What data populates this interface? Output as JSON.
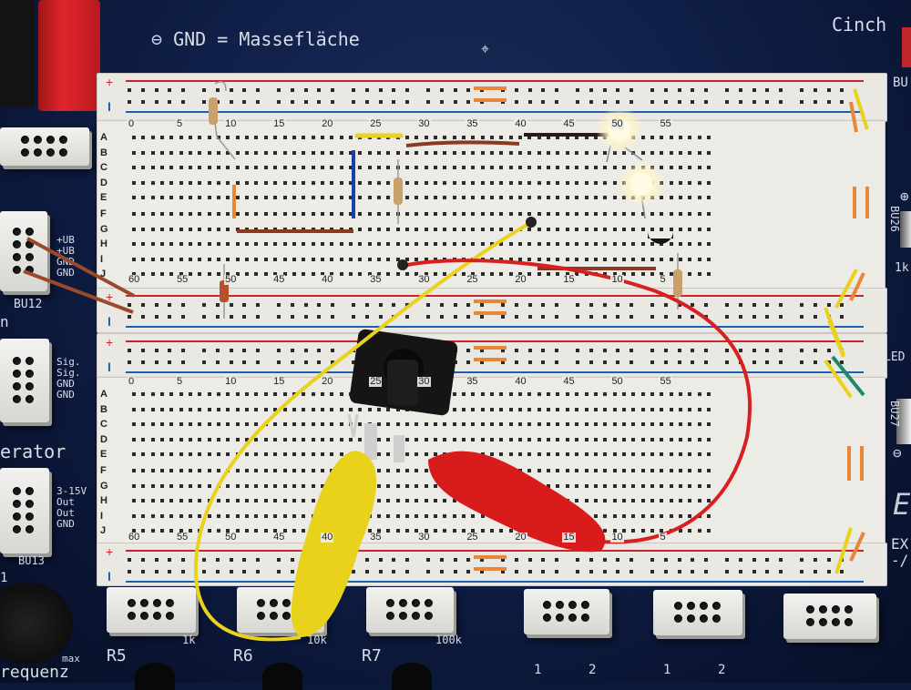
{
  "silkscreen": {
    "gnd_note": "⊖ GND = Massefläche",
    "cinch": "Cinch",
    "bu_top_right": "BU",
    "bu12_pins": [
      "+UB",
      "+UB",
      "GND",
      "GND"
    ],
    "bu12_label": "BU12",
    "sig_pins": [
      "Sig.",
      "Sig.",
      "GND",
      "GND"
    ],
    "sig_fragment": "n",
    "generator_title_fragment": "erator",
    "generator_pins": [
      "3-15V",
      "Out",
      "Out",
      "GND"
    ],
    "bu13_label": "BU13",
    "freq_max": "max",
    "freq_label_fragment": "requenz",
    "freq_mark": "1",
    "pot_modules": [
      {
        "name": "R5",
        "value": "1k"
      },
      {
        "name": "R6",
        "value": "10k"
      },
      {
        "name": "R7",
        "value": "100k"
      }
    ],
    "switch_labels": [
      "1",
      "2",
      "1",
      "2"
    ],
    "right_side": {
      "bu26": "BU26",
      "pot_value": "1k",
      "led": "LED",
      "bu27": "BU27",
      "ex": "EX",
      "ex_sub": "-/",
      "brand_fragment": "E"
    }
  },
  "breadboard": {
    "rows_top": [
      "A",
      "B",
      "C",
      "D",
      "E"
    ],
    "rows_bottom": [
      "F",
      "G",
      "H",
      "I",
      "J"
    ],
    "column_numbers": [
      "0",
      "5",
      "10",
      "15",
      "20",
      "25",
      "30",
      "35",
      "40",
      "45",
      "50",
      "55"
    ],
    "column_numbers_flipped": [
      "60",
      "55",
      "50",
      "45",
      "40",
      "35",
      "30",
      "25",
      "20",
      "15",
      "10",
      "5"
    ],
    "rail_plus": "+",
    "rail_minus": "I"
  },
  "components": {
    "leds_lit": 2,
    "led_color": "#fff6c8",
    "wire_colors": {
      "yellow": "#e8d21c",
      "red": "#d82020",
      "brown": "#8a3a22",
      "blue": "#1a3fa8",
      "orange": "#e8873a",
      "green": "#1a8a6a"
    }
  }
}
